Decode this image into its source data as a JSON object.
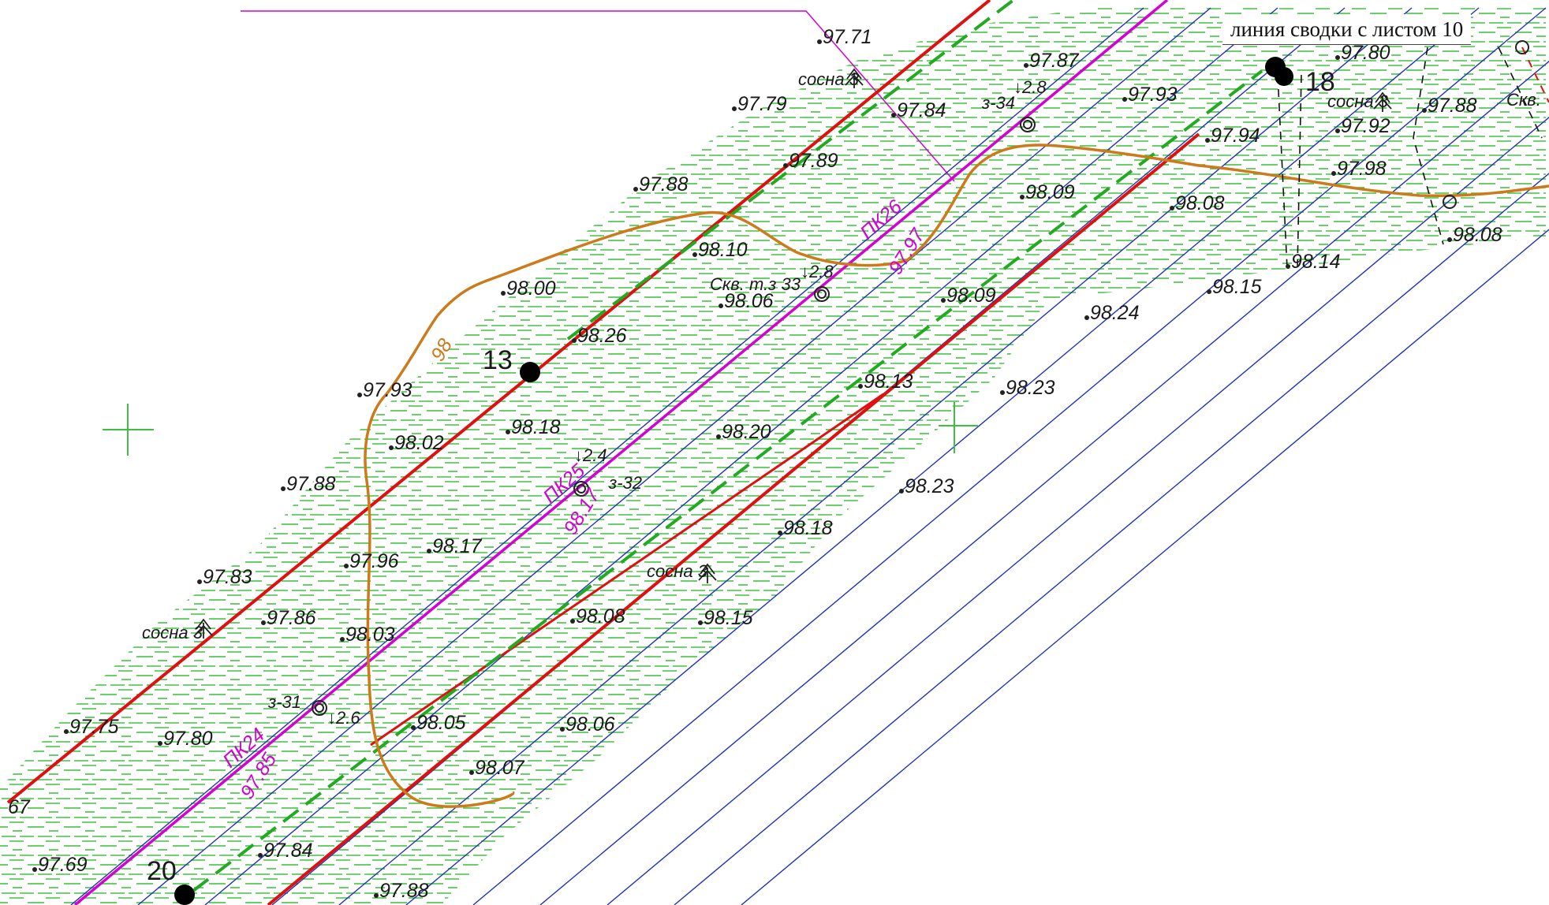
{
  "sheet": {
    "title": "линия сводки с листом 10"
  },
  "colors": {
    "boundary": "#e01010",
    "axis": "#d400d4",
    "hatch_line": "#2233bb",
    "ditch": "#22aa22",
    "contour": "#cc7a1a",
    "vegetation": "#3fbf3f"
  },
  "points": [
    {
      "label": "13"
    },
    {
      "label": "18"
    },
    {
      "label": "20"
    }
  ],
  "pickets": [
    {
      "label": "ПК24",
      "elev": "97.85"
    },
    {
      "label": "ПК25",
      "elev": "98.17"
    },
    {
      "label": "ПК26",
      "elev": "97.97"
    }
  ],
  "boreholes": [
    {
      "label": "Скв. т.з 33",
      "depth": "↓2.8"
    },
    {
      "label": "з-34",
      "depth": "↓2.8"
    },
    {
      "label": "з-32",
      "depth": "↓2.4"
    },
    {
      "label": "з-31",
      "depth": "↓2.6"
    },
    {
      "label": "Скв.",
      "depth": ""
    }
  ],
  "contour_labels": [
    "98",
    "67"
  ],
  "trees": [
    "сосна 3",
    "сосна 3",
    "сосна 3",
    "сосна 3"
  ],
  "elevations": [
    "97.71",
    "97.79",
    "97.84",
    "97.87",
    "97.93",
    "97.80",
    "97.88",
    "97.92",
    "97.94",
    "97.98",
    "97.89",
    "97.88",
    "98.09",
    "98.08",
    "98.08",
    "98.10",
    "98.06",
    "98.14",
    "98.15",
    "98.00",
    "98.26",
    "98.09",
    "98.24",
    "97.93",
    "98.13",
    "98.23",
    "98.18",
    "98.02",
    "98.20",
    "98.23",
    "97.88",
    "98.17",
    "98.18",
    "97.83",
    "97.96",
    "97.86",
    "98.03",
    "98.08",
    "98.15",
    "97.75",
    "97.80",
    "98.05",
    "98.06",
    "98.07",
    "97.84",
    "97.69",
    "97.88"
  ]
}
